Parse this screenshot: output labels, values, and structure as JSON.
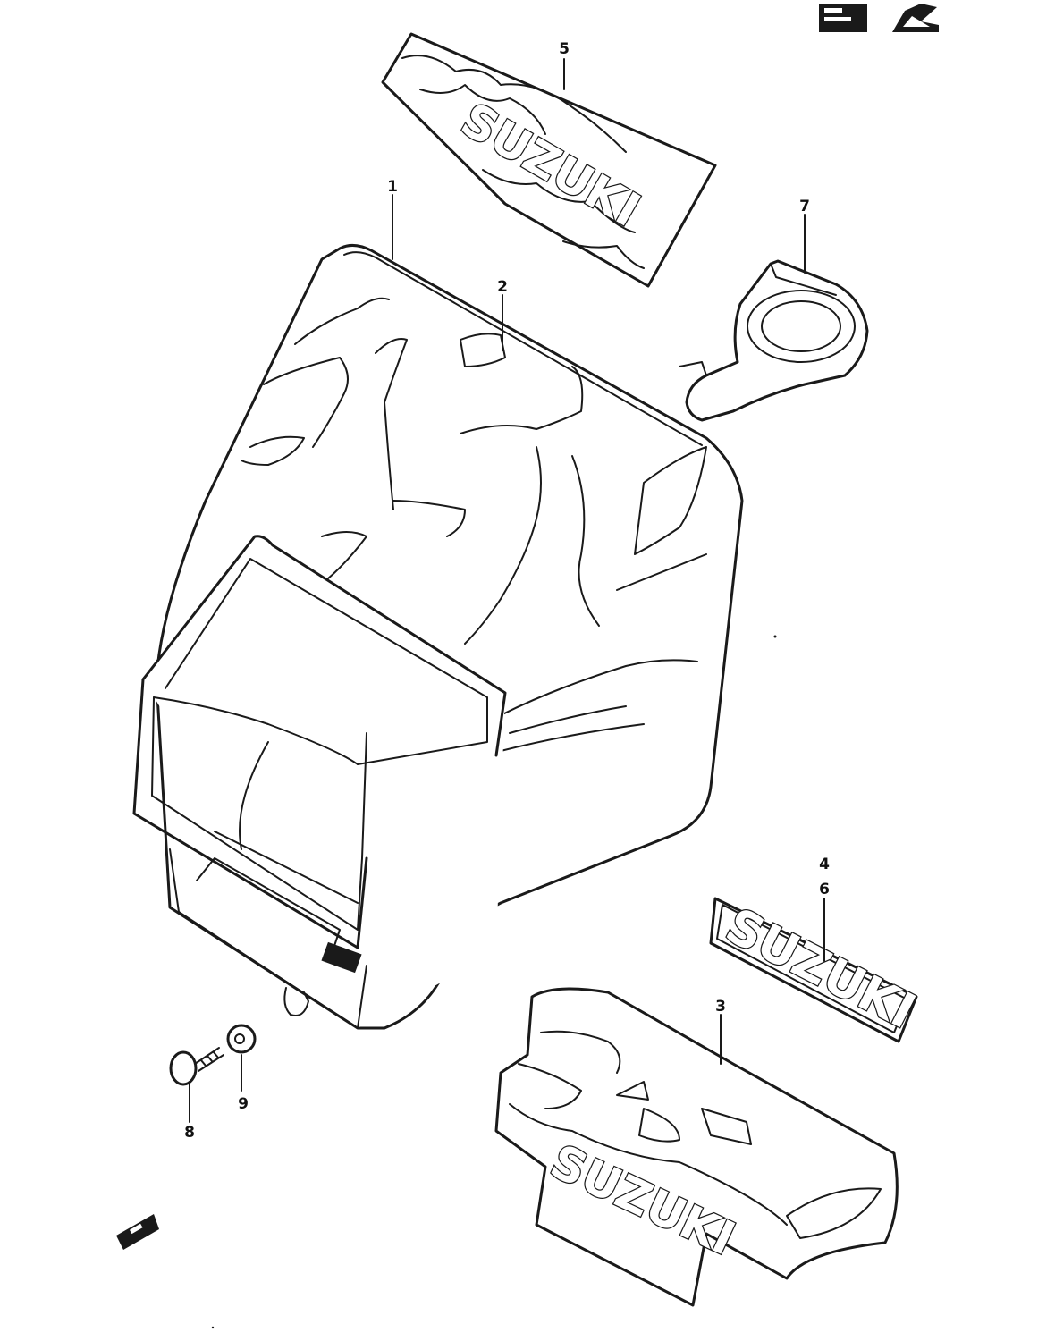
{
  "diagram": {
    "colors": {
      "ink": "#1a1a1a",
      "paper": "#ffffff"
    },
    "callouts": [
      {
        "id": "part-1",
        "label": "1"
      },
      {
        "id": "part-2",
        "label": "2"
      },
      {
        "id": "part-3",
        "label": "3"
      },
      {
        "id": "part-4",
        "label": "4"
      },
      {
        "id": "part-5",
        "label": "5"
      },
      {
        "id": "part-6",
        "label": "6"
      },
      {
        "id": "part-7",
        "label": "7"
      },
      {
        "id": "part-8",
        "label": "8"
      },
      {
        "id": "part-9",
        "label": "9"
      }
    ],
    "decals": {
      "top_logo": "SUZUKI",
      "middle_logo": "SUZUKI",
      "bottom_logo": "SUZUKI"
    },
    "icons": {
      "corner": "parts-catalog-emblem-icon",
      "front_marker": "front-direction-arrow-icon"
    }
  }
}
